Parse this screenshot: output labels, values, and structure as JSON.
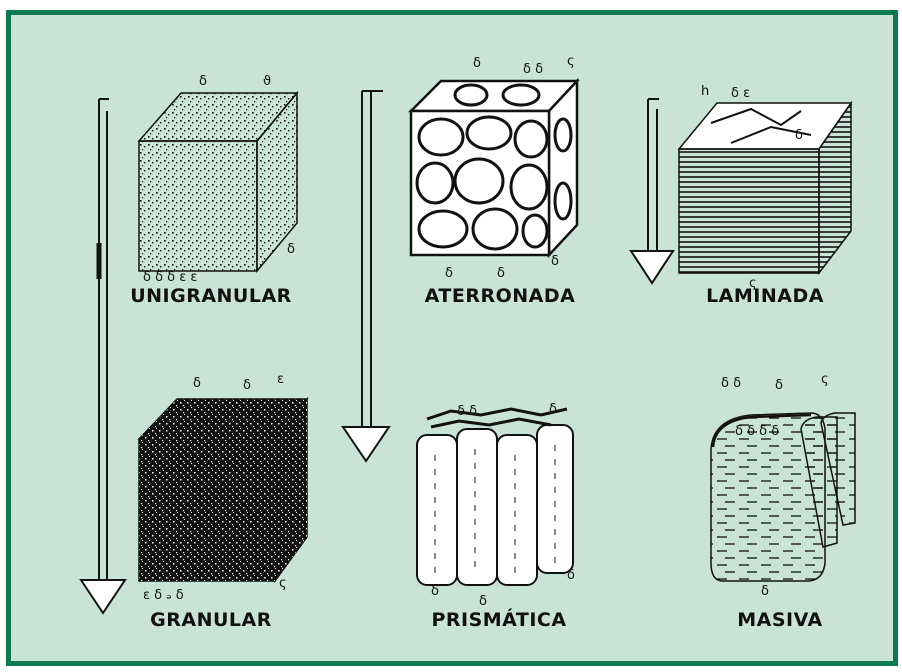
{
  "labels": {
    "unigranular": "UNIGRANULAR",
    "aterronada": "ATERRONADA",
    "laminada": "LAMINADA",
    "granular": "GRANULAR",
    "prismatica": "PRISMÁTICA",
    "masiva": "MASIVA"
  },
  "colors": {
    "border": "#0f7a52",
    "background": "#c9e3d6",
    "ink": "#111111"
  }
}
